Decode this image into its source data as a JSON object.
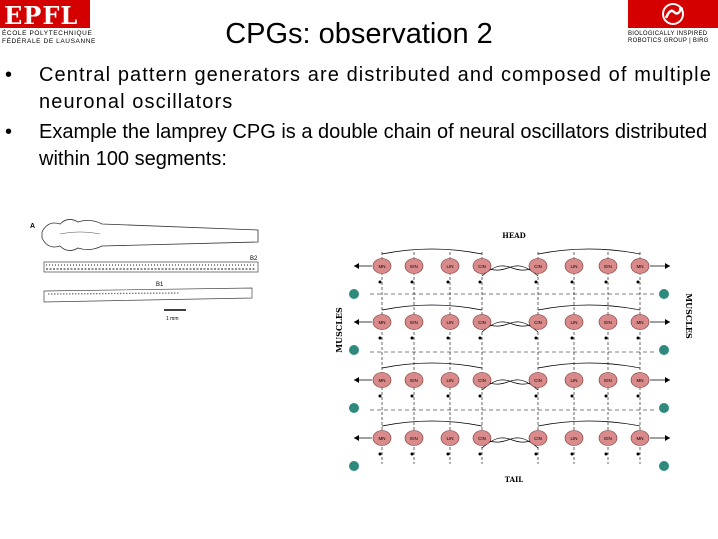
{
  "header": {
    "epfl_logo": {
      "mark": "EPFL",
      "line1": "ÉCOLE POLYTECHNIQUE",
      "line2": "FÉDÉRALE DE LAUSANNE"
    },
    "birg_logo": {
      "line1": "BIOLOGICALLY INSPIRED",
      "line2": "ROBOTICS GROUP | BIRG"
    }
  },
  "slide": {
    "title": "CPGs: observation 2",
    "bullets": [
      {
        "symbol": "•",
        "text": "Central pattern generators are distributed and composed of multiple neuronal oscillators"
      },
      {
        "symbol": "•",
        "text": "Example the lamprey CPG is a double chain of neural oscillators distributed within 100 segments:"
      }
    ]
  },
  "figure_lamprey": {
    "panel_a": "A",
    "panel_b1": "B1",
    "panel_b2": "B2",
    "scale": "1 mm"
  },
  "figure_cpg": {
    "head": "HEAD",
    "tail": "TAIL",
    "muscles_left": "MUSCLES",
    "muscles_right": "MUSCLES",
    "row1": [
      "MN",
      "EIN",
      "LIN",
      "CIN",
      "CIN",
      "LIN",
      "EIN",
      "MN"
    ],
    "row2": [
      "MN",
      "EIN",
      "LIN",
      "CIN",
      "CIN",
      "LIN",
      "EIN",
      "MN"
    ],
    "row3": [
      "MN",
      "EIN",
      "LIN",
      "CIN",
      "CIN",
      "LIN",
      "EIN",
      "MN"
    ],
    "row4": [
      "MN",
      "EIN",
      "LIN",
      "CIN",
      "CIN",
      "LIN",
      "EIN",
      "MN"
    ],
    "colors": {
      "neuron": "#d98a8a",
      "muscle": "#2f8a7e",
      "logo_red": "#d40000"
    }
  }
}
